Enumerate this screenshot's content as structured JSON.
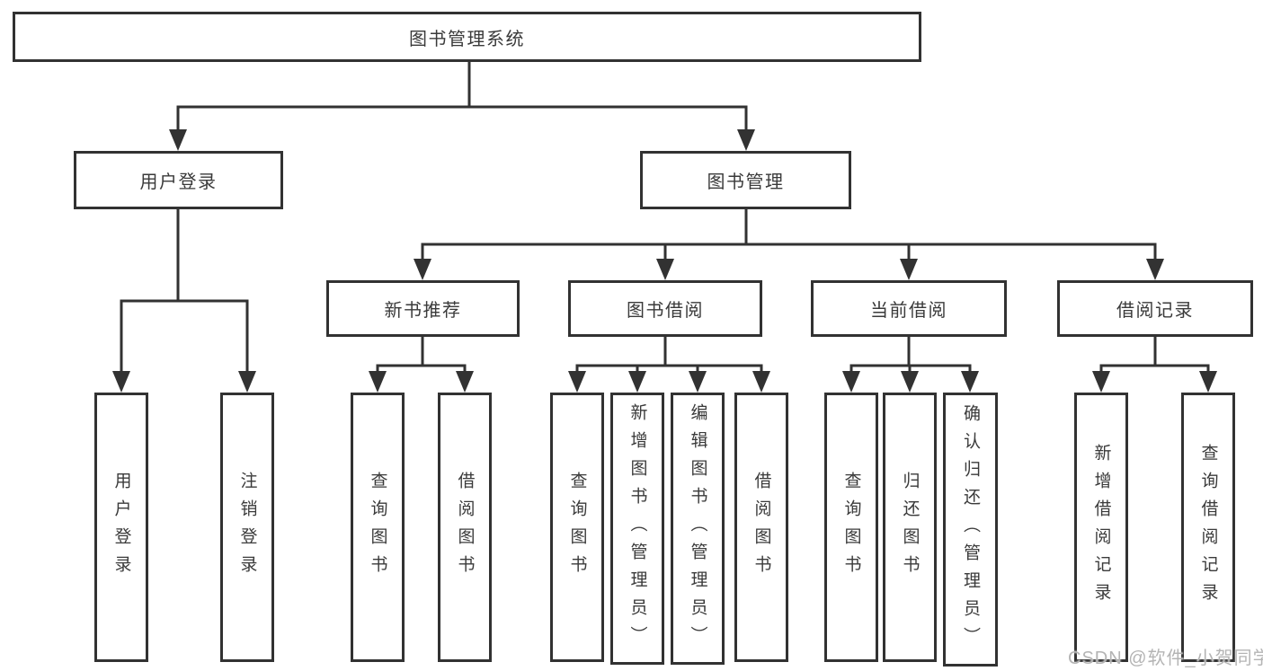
{
  "tree": {
    "root": {
      "label": "图书管理系统"
    },
    "branches": [
      {
        "label": "用户登录",
        "children": [
          {
            "label": "用户登录"
          },
          {
            "label": "注销登录"
          }
        ]
      },
      {
        "label": "图书管理",
        "children": [
          {
            "label": "新书推荐",
            "children": [
              {
                "label": "查询图书"
              },
              {
                "label": "借阅图书"
              }
            ]
          },
          {
            "label": "图书借阅",
            "children": [
              {
                "label": "查询图书"
              },
              {
                "label": "新增图书（管理员）"
              },
              {
                "label": "编辑图书（管理员）"
              },
              {
                "label": "借阅图书"
              }
            ]
          },
          {
            "label": "当前借阅",
            "children": [
              {
                "label": "查询图书"
              },
              {
                "label": "归还图书"
              },
              {
                "label": "确认归还（管理员）"
              }
            ]
          },
          {
            "label": "借阅记录",
            "children": [
              {
                "label": "新增借阅记录"
              },
              {
                "label": "查询借阅记录"
              }
            ]
          }
        ]
      }
    ]
  },
  "watermark": {
    "text": "CSDN @软件_小贺同学"
  },
  "colors": {
    "line": "#323232",
    "box_border": "#323232",
    "text": "#3a3a3a",
    "watermark": "#b4b4b4",
    "background": "#ffffff"
  }
}
